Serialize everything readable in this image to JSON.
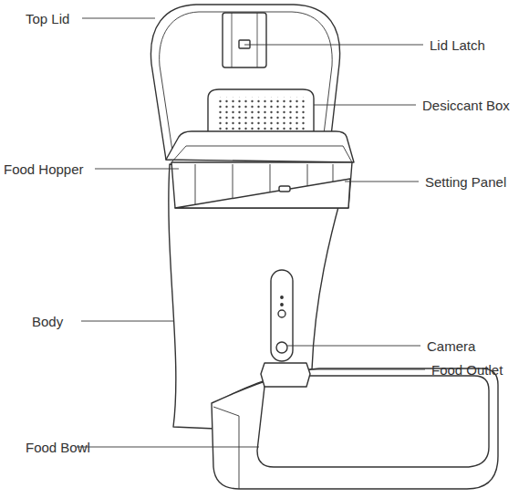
{
  "diagram": {
    "labels": [
      "Top Lid",
      "Lid Latch",
      "Desiccant Box",
      "Food Hopper",
      "Setting Panel",
      "Body",
      "Camera",
      "Food Outlet",
      "Food Bowl"
    ]
  }
}
